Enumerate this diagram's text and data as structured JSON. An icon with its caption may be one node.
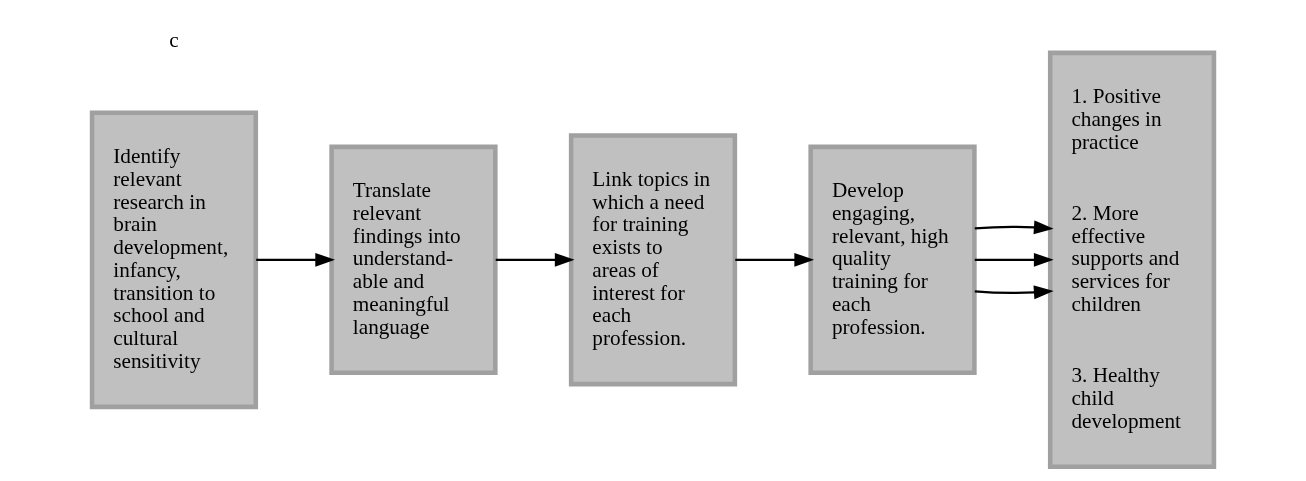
{
  "diagram": {
    "nodes": [
      {
        "text": [
          "Identify relevant research in brain development, infancy, transition to school and cultural sensitivity"
        ]
      },
      {
        "text": [
          "Translate relevant findings into understand-able and meaningful language"
        ]
      },
      {
        "text": [
          "Link topics in which a need for training exists to areas of interest for each profession."
        ]
      },
      {
        "text": [
          "Develop engaging, relevant, high quality training for each profession."
        ]
      },
      {
        "text": [
          "1. Positive changes in practice",
          "2. More effective supports and services for children",
          "3. Healthy child development"
        ]
      }
    ],
    "edges": [
      {
        "from": 0,
        "to": 1,
        "arrow": "to"
      },
      {
        "from": 1,
        "to": 2,
        "arrow": "to"
      },
      {
        "from": 2,
        "to": 3,
        "arrow": "to"
      },
      {
        "from": 3,
        "to": 4,
        "arrow": "to"
      },
      {
        "from": 3,
        "to": 4,
        "arrow": "to"
      },
      {
        "from": 3,
        "to": 4,
        "arrow": "to"
      }
    ],
    "labels": [
      "c"
    ]
  }
}
